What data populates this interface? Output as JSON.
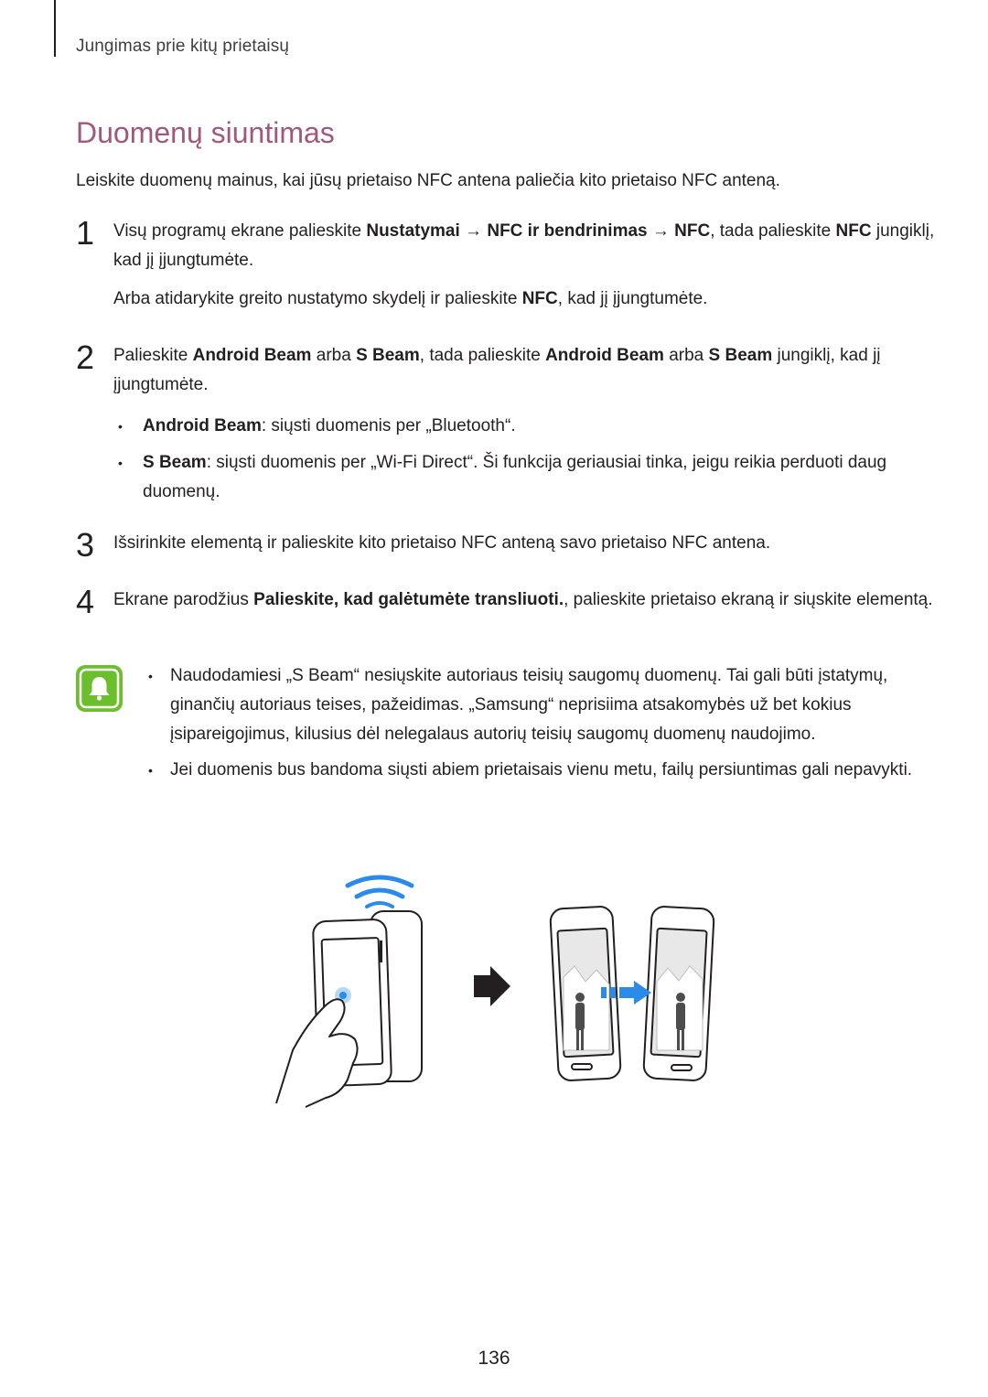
{
  "header": {
    "section": "Jungimas prie kitų prietaisų"
  },
  "title": "Duomenų siuntimas",
  "intro": "Leiskite duomenų mainus, kai jūsų prietaiso NFC antena paliečia kito prietaiso NFC anteną.",
  "steps": [
    {
      "num": "1",
      "p1": {
        "a": "Visų programų ekrane palieskite ",
        "b1": "Nustatymai",
        "arrow1": " → ",
        "b2": "NFC ir bendrinimas",
        "arrow2": " → ",
        "b3": "NFC",
        "c": ", tada palieskite ",
        "b4": "NFC",
        "d": " jungiklį, kad jį įjungtumėte."
      },
      "p2": {
        "a": "Arba atidarykite greito nustatymo skydelį ir palieskite ",
        "b": "NFC",
        "c": ", kad jį įjungtumėte."
      }
    },
    {
      "num": "2",
      "p1": {
        "a": "Palieskite ",
        "b1": "Android Beam",
        "c": " arba ",
        "b2": "S Beam",
        "d": ", tada palieskite ",
        "b3": "Android Beam",
        "e": " arba ",
        "b4": "S Beam",
        "f": " jungiklį, kad jį įjungtumėte."
      },
      "bullets": [
        {
          "b": "Android Beam",
          "t": ": siųsti duomenis per „Bluetooth“."
        },
        {
          "b": "S Beam",
          "t": ": siųsti duomenis per „Wi-Fi Direct“. Ši funkcija geriausiai tinka, jeigu reikia perduoti daug duomenų."
        }
      ]
    },
    {
      "num": "3",
      "p1": {
        "a": "Išsirinkite elementą ir palieskite kito prietaiso NFC anteną savo prietaiso NFC antena."
      }
    },
    {
      "num": "4",
      "p1": {
        "a": "Ekrane parodžius ",
        "b": "Palieskite, kad galėtumėte transliuoti.",
        "c": ", palieskite prietaiso ekraną ir siųskite elementą."
      }
    }
  ],
  "note": {
    "icon": "bell-icon",
    "items": [
      "Naudodamiesi „S Beam“ nesiųskite autoriaus teisių saugomų duomenų. Tai gali būti įstatymų, ginančių autoriaus teises, pažeidimas. „Samsung“ neprisiima atsakomybės už bet kokius įsipareigojimus, kilusius dėl nelegalaus autorių teisių saugomų duomenų naudojimo.",
      "Jei duomenis bus bandoma siųsti abiem prietaisais vienu metu, failų persiuntimas gali nepavykti."
    ]
  },
  "colors": {
    "title": "#a2587e",
    "note_icon": "#6cbf2c",
    "beam": "#2a8bea"
  },
  "page_number": "136"
}
